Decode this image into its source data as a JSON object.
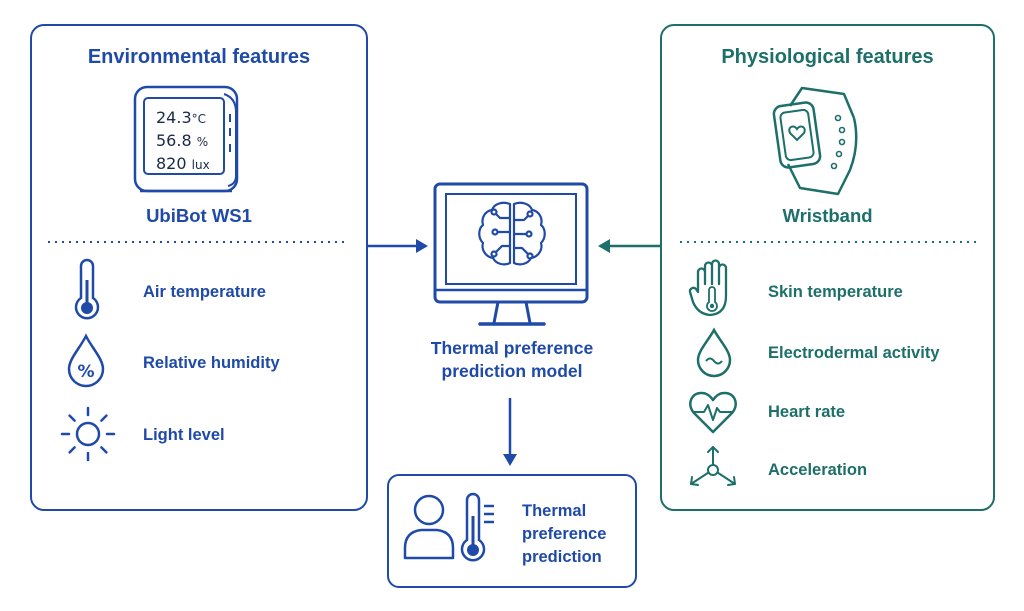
{
  "env": {
    "title": "Environmental features",
    "device_name": "UbiBot WS1",
    "screen": [
      {
        "value": "24.3",
        "unit": "°C"
      },
      {
        "value": "56.8",
        "unit": "%"
      },
      {
        "value": "820",
        "unit": "lux"
      }
    ],
    "features": [
      {
        "label": "Air temperature",
        "icon": "thermometer-icon"
      },
      {
        "label": "Relative humidity",
        "icon": "humidity-drop-icon"
      },
      {
        "label": "Light level",
        "icon": "sun-icon"
      }
    ]
  },
  "phys": {
    "title": "Physiological features",
    "device_name": "Wristband",
    "features": [
      {
        "label": "Skin temperature",
        "icon": "hand-thermometer-icon"
      },
      {
        "label": "Electrodermal activity",
        "icon": "sweat-drop-icon"
      },
      {
        "label": "Heart rate",
        "icon": "heart-pulse-icon"
      },
      {
        "label": "Acceleration",
        "icon": "acceleration-axes-icon"
      }
    ]
  },
  "model": {
    "label_line1": "Thermal preference",
    "label_line2": "prediction model"
  },
  "output": {
    "line1": "Thermal",
    "line2": "preference",
    "line3": "prediction"
  },
  "colors": {
    "blue": "#1f4aa8",
    "teal": "#1d6f6a"
  }
}
